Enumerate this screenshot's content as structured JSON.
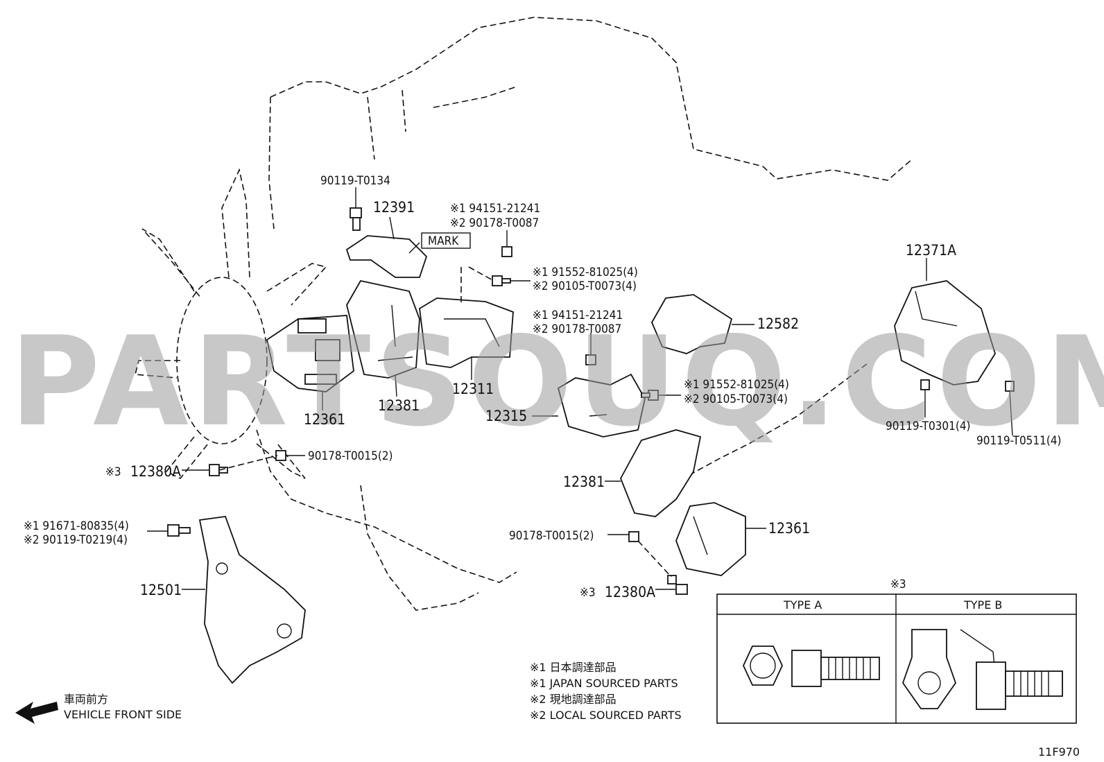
{
  "watermark": "PARTSOUQ.COM",
  "diagram_code": "11F970",
  "labels": {
    "bolt_top": "90119-T0134",
    "p12391": "12391",
    "mark": "MARK",
    "nut_a1": "※1 94151-21241",
    "nut_a2": "※2 90178-T0087",
    "bolt_a1": "※1  91552-81025(4)",
    "bolt_a2": "※2  90105-T0073(4)",
    "p12361_l": "12361",
    "p12381_l": "12381",
    "p12311": "12311",
    "nut_b1": "※1 94151-21241",
    "nut_b2": "※2 90178-T0087",
    "p12582": "12582",
    "bolt_b1": "※1  91552-81025(4)",
    "bolt_b2": "※2  90105-T0073(4)",
    "p12315": "12315",
    "p12371a": "12371A",
    "bolt_c": "90119-T0301(4)",
    "bolt_d": "90119-T0511(4)",
    "p12380a_l_mark": "※3",
    "p12380a_l": "12380A",
    "nut_c": "90178-T0015(2)",
    "p12381_r": "12381",
    "nut_d": "90178-T0015(2)",
    "p12361_r": "12361",
    "p12380a_r_mark": "※3",
    "p12380a_r": "12380A",
    "bolt_e1": "※1  91671-80835(4)",
    "bolt_e2": "※2  90119-T0219(4)",
    "p12501": "12501"
  },
  "legend": {
    "title": "※3",
    "type_a": "TYPE A",
    "type_b": "TYPE B",
    "notes": [
      "※1 日本調達部品",
      "※1 JAPAN SOURCED PARTS",
      "※2 現地調達部品",
      "※2 LOCAL SOURCED PARTS"
    ]
  },
  "front": {
    "jp": "車両前方",
    "en": "VEHICLE FRONT SIDE"
  }
}
